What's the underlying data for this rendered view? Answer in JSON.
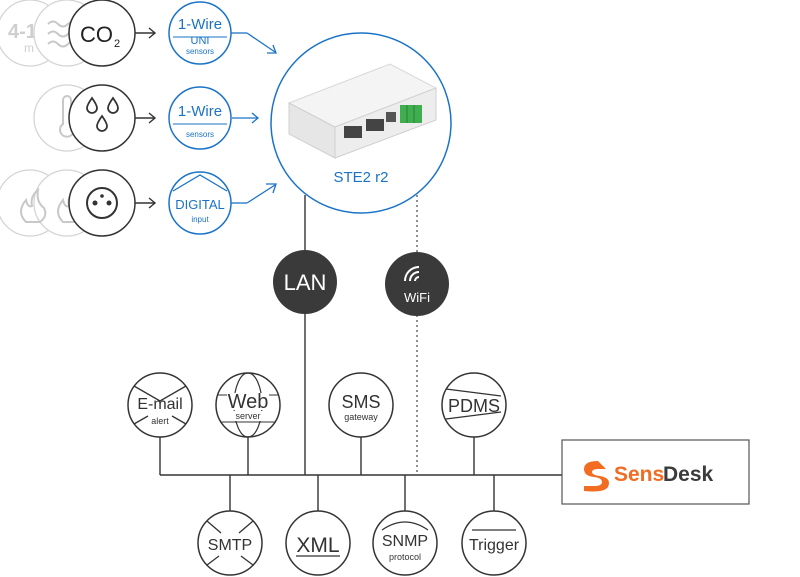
{
  "colors": {
    "blue": "#1a73c6",
    "dark": "#333333",
    "faded": "#c8c8c8",
    "hub_fill": "#3a3a3a",
    "brand_orange": "#f26c22",
    "brand_text": "#3c3c3c"
  },
  "sensors": {
    "row1": {
      "faded_text_1": "4-1",
      "faded_text_2": "m",
      "co2_main": "CO",
      "co2_sub": "2",
      "connector_title": "1-Wire",
      "connector_sub_top": "UNI",
      "connector_sub": "sensors"
    },
    "row2": {
      "connector_title": "1-Wire",
      "connector_sub": "sensors",
      "icons": [
        "thermometer-icon",
        "water-drops-icon"
      ]
    },
    "row3": {
      "connector_title": "DIGITAL",
      "connector_sub": "input",
      "icons": [
        "flame-icon",
        "power-socket-icon"
      ]
    }
  },
  "device": {
    "name": "STE2 r2"
  },
  "hubs": {
    "lan": "LAN",
    "wifi": "WiFi"
  },
  "services": {
    "email": {
      "title": "E-mail",
      "sub": "alert"
    },
    "web": {
      "title": "Web",
      "sub": "server"
    },
    "sms": {
      "title": "SMS",
      "sub": "gateway"
    },
    "pdms": {
      "title": "PDMS"
    },
    "smtp": {
      "title": "SMTP"
    },
    "xml": {
      "title": "XML"
    },
    "snmp": {
      "title": "SNMP",
      "sub": "protocol"
    },
    "trigger": {
      "title": "Trigger"
    }
  },
  "brand": {
    "name_part1": "Sens",
    "name_part2": "Desk"
  }
}
